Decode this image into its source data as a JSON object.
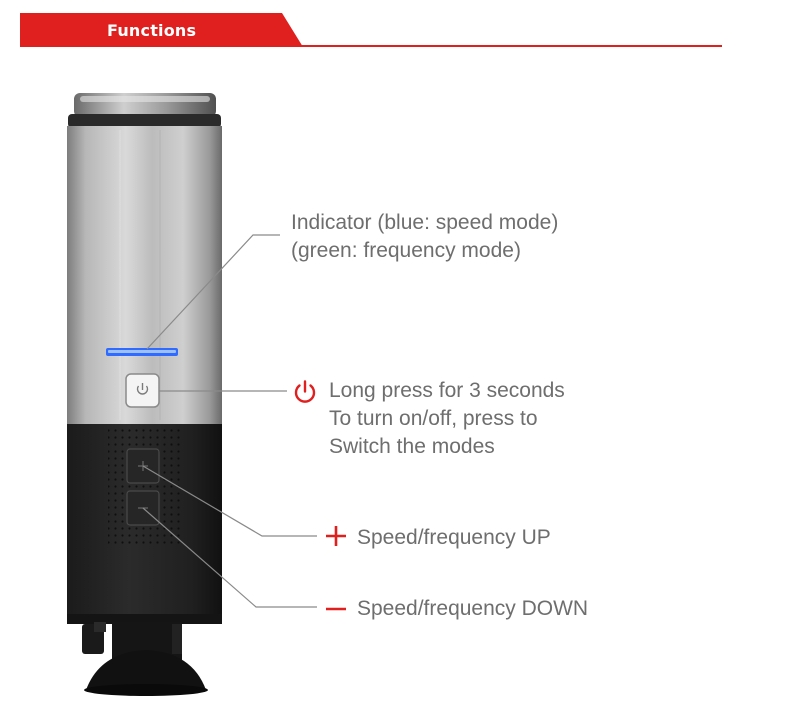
{
  "header": {
    "title": "Functions"
  },
  "callouts": {
    "indicator": {
      "line1": "Indicator (blue: speed mode)",
      "line2": "(green: frequency mode)"
    },
    "power": {
      "line1": "Long press for 3 seconds",
      "line2": "To turn on/off, press to",
      "line3": "Switch the modes",
      "icon": "power-icon"
    },
    "up": {
      "label": "Speed/frequency UP",
      "icon": "plus-icon"
    },
    "down": {
      "label": "Speed/frequency DOWN",
      "icon": "minus-icon"
    }
  },
  "colors": {
    "accent_red": "#e0201f",
    "text_gray": "#6e6e6e",
    "indicator_blue": "#2f6bff"
  }
}
